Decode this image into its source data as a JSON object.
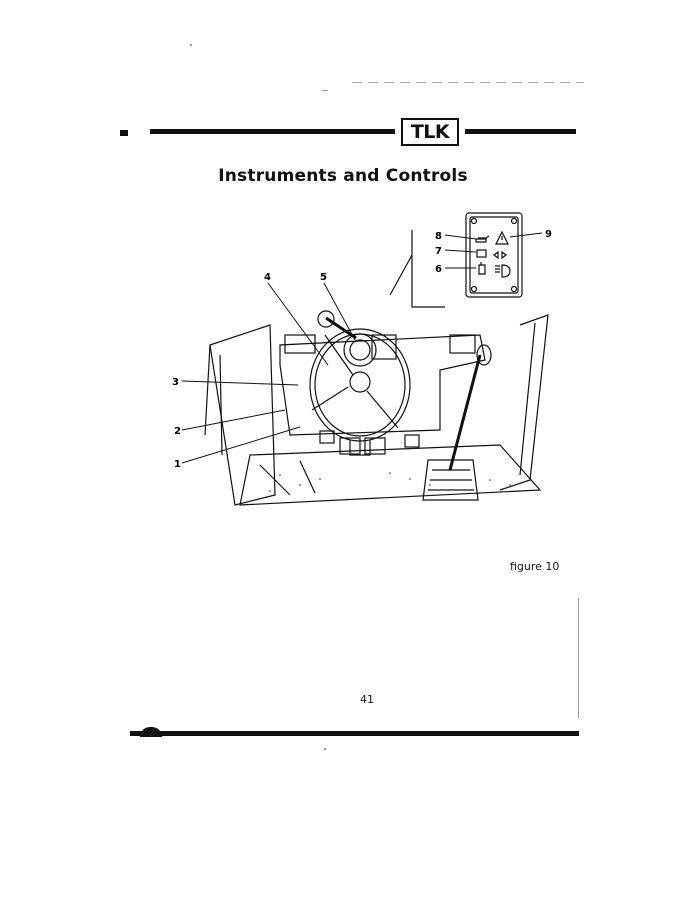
{
  "header": {
    "logo_text": "TLK"
  },
  "title": "Instruments and Controls",
  "figure": {
    "caption": "figure 10",
    "callouts": [
      "1",
      "2",
      "3",
      "4",
      "5",
      "6",
      "7",
      "8",
      "9"
    ]
  },
  "footer": {
    "page_number": "41"
  }
}
